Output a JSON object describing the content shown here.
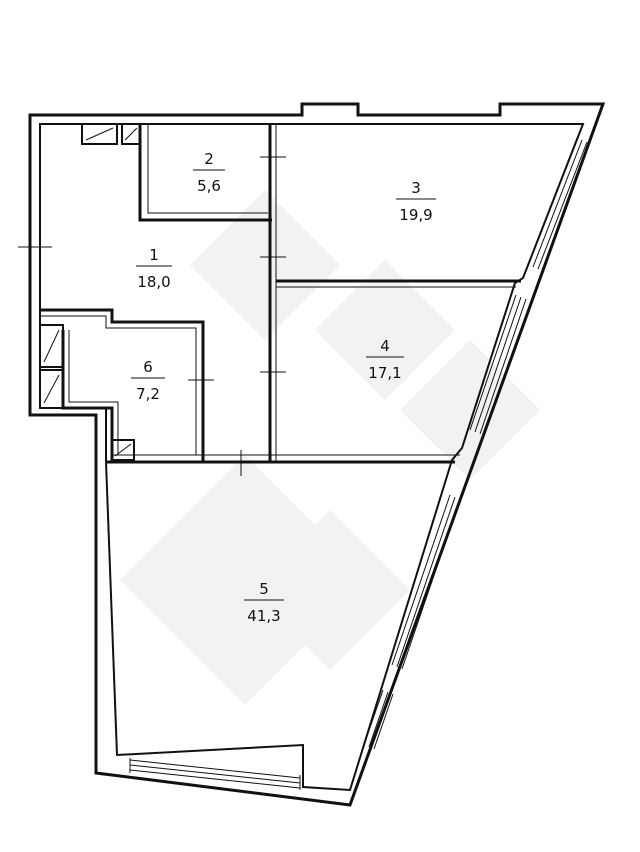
{
  "floorplan": {
    "rooms": [
      {
        "number": "1",
        "area": "18,0"
      },
      {
        "number": "2",
        "area": "5,6"
      },
      {
        "number": "3",
        "area": "19,9"
      },
      {
        "number": "4",
        "area": "17,1"
      },
      {
        "number": "5",
        "area": "41,3"
      },
      {
        "number": "6",
        "area": "7,2"
      }
    ],
    "colors": {
      "wall": "#111111",
      "background": "#ffffff",
      "watermark": "#f2f2f2"
    }
  }
}
